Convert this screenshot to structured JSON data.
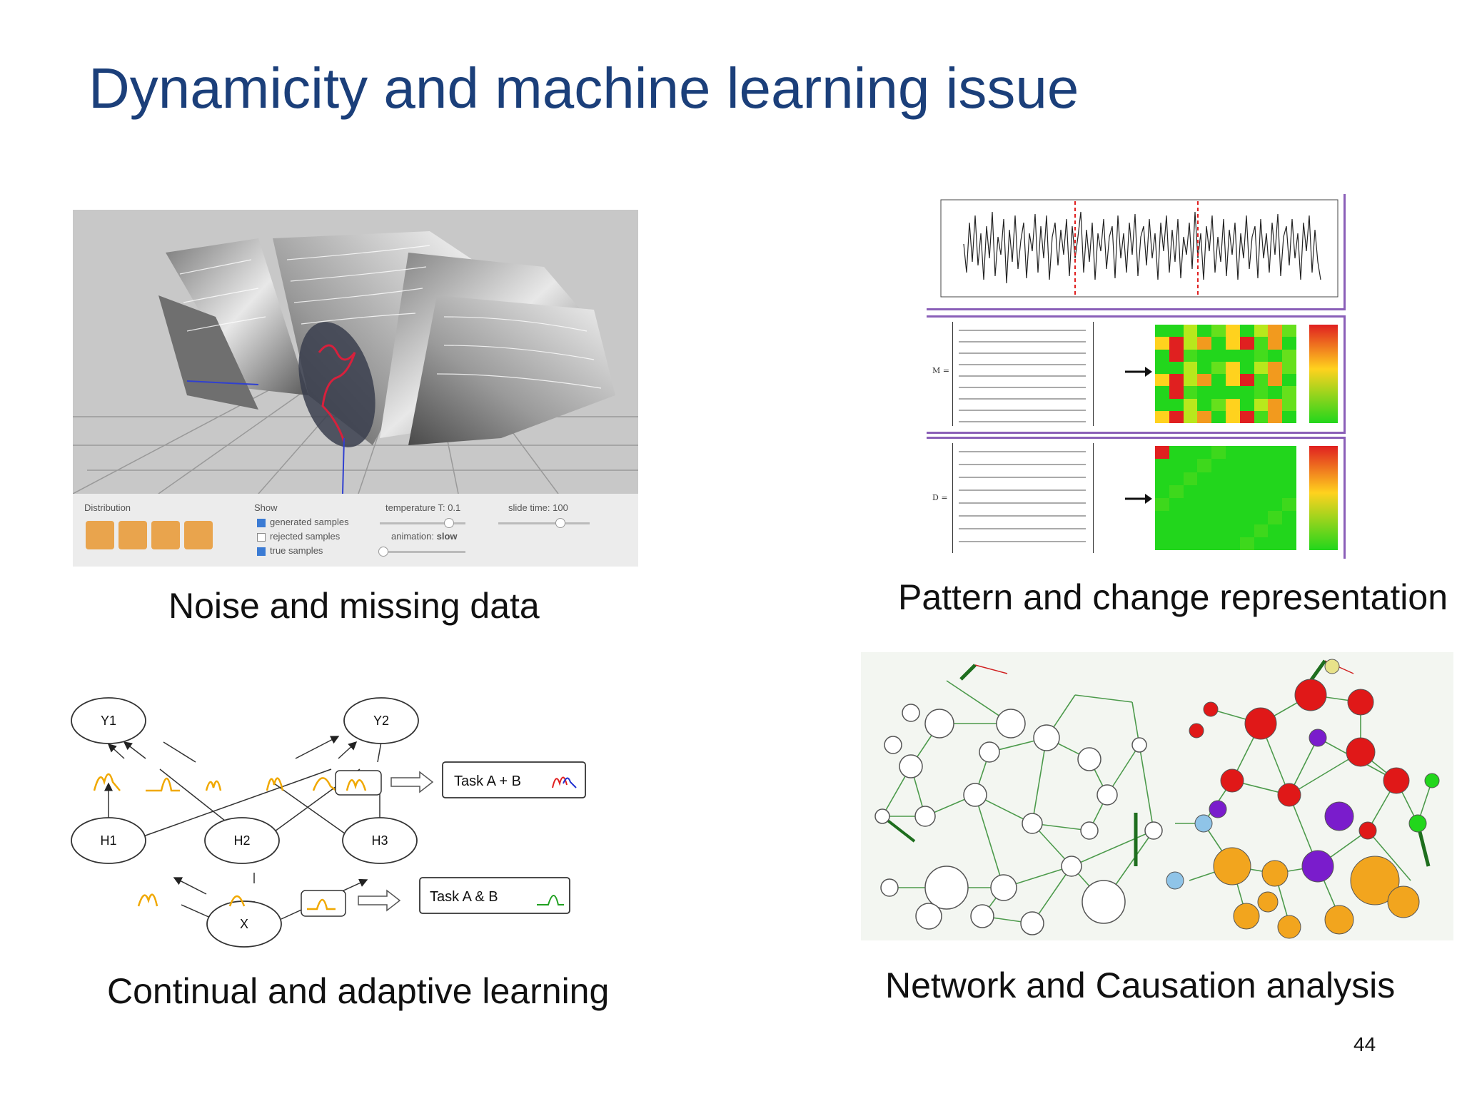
{
  "slide": {
    "title": "Dynamicity and machine learning issue",
    "page_number": "44"
  },
  "panels": {
    "noise": {
      "caption": "Noise and missing data",
      "controls": {
        "distribution_label": "Distribution",
        "show_label": "Show",
        "show_options": [
          {
            "label": "generated samples",
            "checked": true
          },
          {
            "label": "rejected samples",
            "checked": false
          },
          {
            "label": "true samples",
            "checked": true
          }
        ],
        "temperature_label": "temperature T: 0.1",
        "animation_label": "animation:",
        "animation_value": "slow",
        "slide_time_label": "slide time: 100"
      }
    },
    "pattern": {
      "caption": "Pattern and change representation",
      "matrix_m_label": "M =",
      "matrix_d_label": "D ="
    },
    "continual": {
      "caption": "Continual and adaptive learning",
      "nodes": {
        "y1": "Y1",
        "y2": "Y2",
        "h1": "H1",
        "h2": "H2",
        "h3": "H3",
        "x": "X"
      },
      "tasks": {
        "a_plus_b": "Task A + B",
        "a_and_b": "Task A & B"
      }
    },
    "network": {
      "caption": "Network and Causation analysis"
    }
  },
  "colors": {
    "title": "#1b3f7a",
    "panel_border": "#8a5fb8",
    "curve_orange": "#f0a800",
    "heat_green": "#22d61c",
    "heat_red": "#e02020",
    "network_edge": "#2f8a2f",
    "node_red": "#e01818",
    "node_purple": "#7a1ccc",
    "node_orange": "#f2a51e"
  }
}
